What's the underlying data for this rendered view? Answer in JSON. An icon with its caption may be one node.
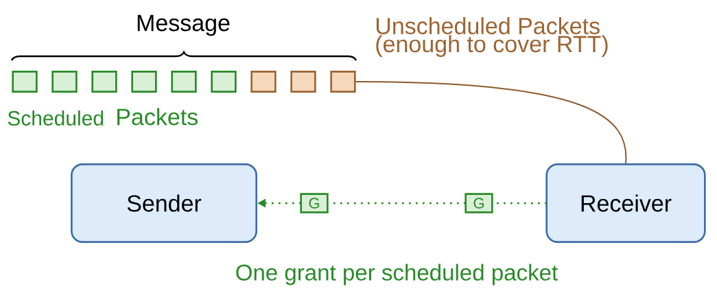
{
  "diagram": {
    "nodes": [
      {
        "text": [],
        "shape": "box"
      },
      {
        "text": [],
        "shape": "box"
      },
      {
        "text": [],
        "shape": "box"
      },
      {
        "text": [],
        "shape": "box"
      },
      {
        "text": [],
        "shape": "box"
      },
      {
        "text": [],
        "shape": "box"
      },
      {
        "text": [],
        "shape": "box"
      },
      {
        "text": [],
        "shape": "box"
      },
      {
        "text": [],
        "shape": "box"
      },
      {
        "text": [
          "Sender"
        ]
      },
      {
        "text": [
          "G"
        ]
      },
      {
        "text": [
          "G"
        ]
      },
      {
        "text": [
          "Receiver"
        ]
      }
    ],
    "edges": [
      {
        "from": 8,
        "to": 12,
        "arrow": "none",
        "color": "#8b5a2b"
      },
      {
        "from": 12,
        "to": 11,
        "arrow": "none",
        "style": "dashed"
      },
      {
        "from": 11,
        "to": 10,
        "arrow": "none",
        "style": "dashed"
      },
      {
        "from": 10,
        "to": 9,
        "arrow": "to",
        "style": "dashed"
      }
    ],
    "labels": [
      "Message",
      "Unscheduled Packets (enough to cover RTT)",
      "Scheduled",
      "Packets",
      "One grant per scheduled packet"
    ]
  }
}
